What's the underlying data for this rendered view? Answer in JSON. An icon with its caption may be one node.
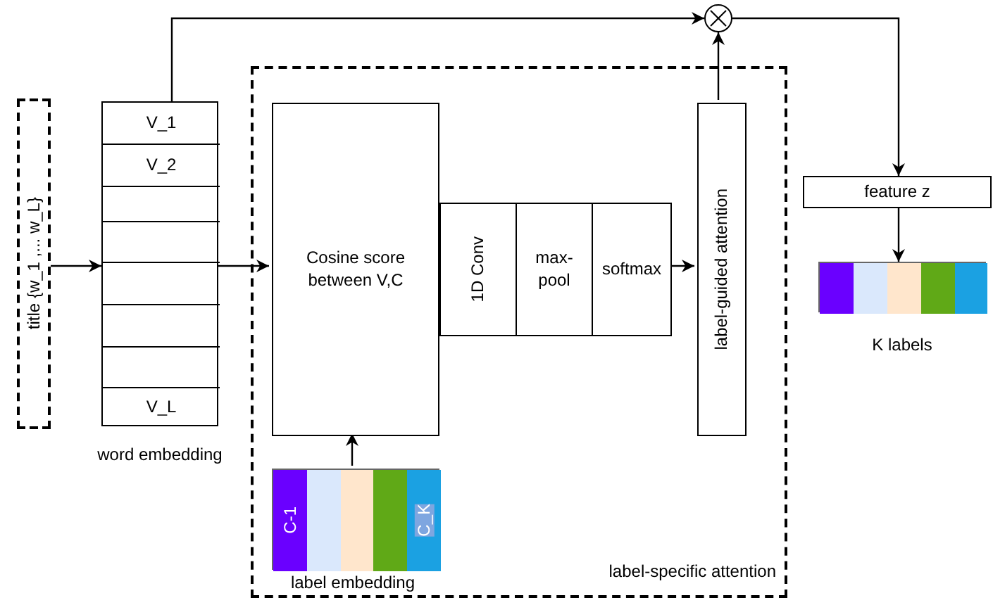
{
  "diagram": {
    "nodes": [
      {
        "text": [
          "title {w_1 ,... w_L}"
        ]
      },
      {
        "text": [],
        "shape": "box",
        "beside": [
          "word embedding"
        ]
      },
      {
        "text": [
          "V_1"
        ],
        "in": 1
      },
      {
        "text": [
          "V_2"
        ],
        "in": 1
      },
      {
        "text": [],
        "shape": "box",
        "in": 1
      },
      {
        "text": [],
        "shape": "box",
        "in": 1
      },
      {
        "text": [],
        "shape": "box",
        "in": 1
      },
      {
        "text": [],
        "shape": "box",
        "in": 1
      },
      {
        "text": [],
        "shape": "box",
        "in": 1
      },
      {
        "text": [
          "V_L"
        ],
        "in": 1
      },
      {
        "text": [
          "label-specific attention"
        ]
      },
      {
        "text": [
          "Cosine score between V,C"
        ],
        "in": 10
      },
      {
        "text": [
          "1D Conv"
        ],
        "in": 10
      },
      {
        "text": [
          "max-pool"
        ],
        "in": 10
      },
      {
        "text": [
          "softmax"
        ],
        "in": 10
      },
      {
        "text": [
          "label-guided attention"
        ],
        "in": 10
      },
      {
        "text": [],
        "shape": "bar",
        "beside": [
          "label embedding"
        ],
        "in": 10
      },
      {
        "text": [
          "C-1"
        ],
        "in": 16
      },
      {
        "text": [],
        "shape": "box",
        "in": 16
      },
      {
        "text": [],
        "shape": "box",
        "in": 16
      },
      {
        "text": [],
        "shape": "box",
        "in": 16
      },
      {
        "text": [
          "C_K"
        ],
        "in": 16
      },
      {
        "text": [],
        "shape": "circle"
      },
      {
        "text": [
          "feature z"
        ]
      },
      {
        "text": [],
        "shape": "bar",
        "beside": [
          "K labels"
        ]
      },
      {
        "text": [],
        "shape": "box",
        "in": 24
      },
      {
        "text": [],
        "shape": "box",
        "in": 24
      },
      {
        "text": [],
        "shape": "box",
        "in": 24
      },
      {
        "text": [],
        "shape": "box",
        "in": 24
      },
      {
        "text": [],
        "shape": "box",
        "in": 24
      }
    ],
    "edges": [
      {
        "from": 0,
        "to": 1,
        "arrow": "to"
      },
      {
        "from": 1,
        "to": 11,
        "arrow": "to"
      },
      {
        "from": 1,
        "to": 22,
        "arrow": "to"
      },
      {
        "from": 15,
        "to": 22,
        "arrow": "to"
      },
      {
        "from": 22,
        "to": 23,
        "arrow": "to"
      },
      {
        "from": 23,
        "to": 24,
        "arrow": "to"
      },
      {
        "from": 16,
        "to": 11,
        "arrow": "to"
      },
      {
        "from": 14,
        "to": 15,
        "arrow": "to"
      }
    ]
  }
}
